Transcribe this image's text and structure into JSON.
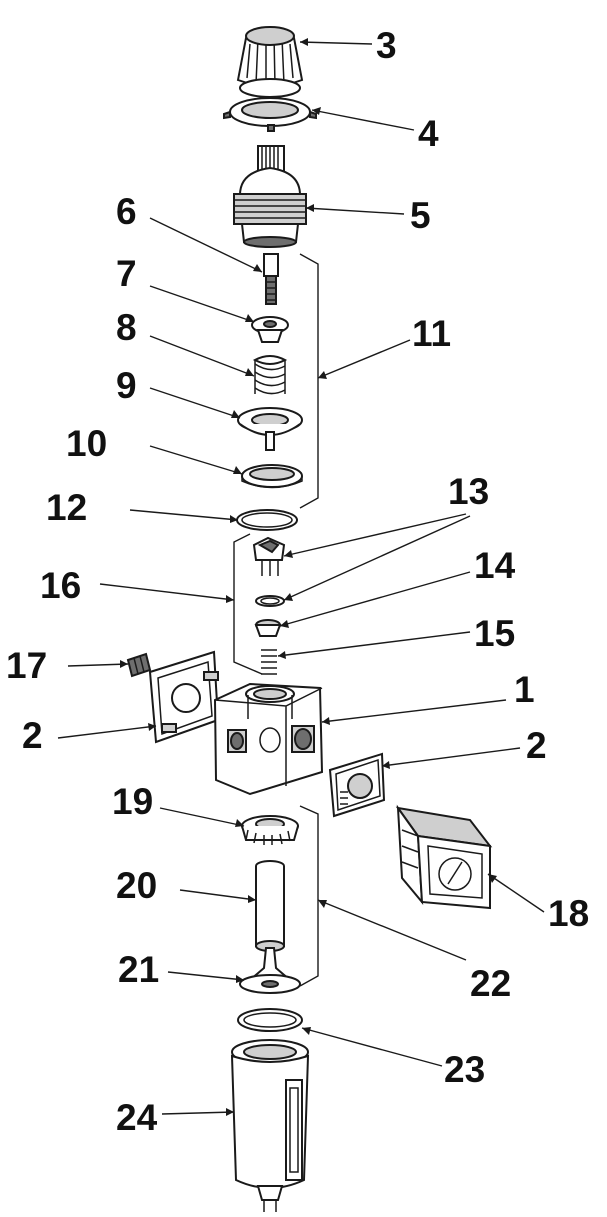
{
  "callouts": [
    {
      "id": "c3",
      "label": "3"
    },
    {
      "id": "c4",
      "label": "4"
    },
    {
      "id": "c5",
      "label": "5"
    },
    {
      "id": "c6",
      "label": "6"
    },
    {
      "id": "c7",
      "label": "7"
    },
    {
      "id": "c8",
      "label": "8"
    },
    {
      "id": "c9",
      "label": "9"
    },
    {
      "id": "c10",
      "label": "10"
    },
    {
      "id": "c11",
      "label": "11"
    },
    {
      "id": "c12",
      "label": "12"
    },
    {
      "id": "c13",
      "label": "13"
    },
    {
      "id": "c14",
      "label": "14"
    },
    {
      "id": "c15",
      "label": "15"
    },
    {
      "id": "c16",
      "label": "16"
    },
    {
      "id": "c17",
      "label": "17"
    },
    {
      "id": "c1",
      "label": "1"
    },
    {
      "id": "c2a",
      "label": "2"
    },
    {
      "id": "c2b",
      "label": "2"
    },
    {
      "id": "c19",
      "label": "19"
    },
    {
      "id": "c18",
      "label": "18"
    },
    {
      "id": "c20",
      "label": "20"
    },
    {
      "id": "c22",
      "label": "22"
    },
    {
      "id": "c21",
      "label": "21"
    },
    {
      "id": "c23",
      "label": "23"
    },
    {
      "id": "c24",
      "label": "24"
    }
  ]
}
